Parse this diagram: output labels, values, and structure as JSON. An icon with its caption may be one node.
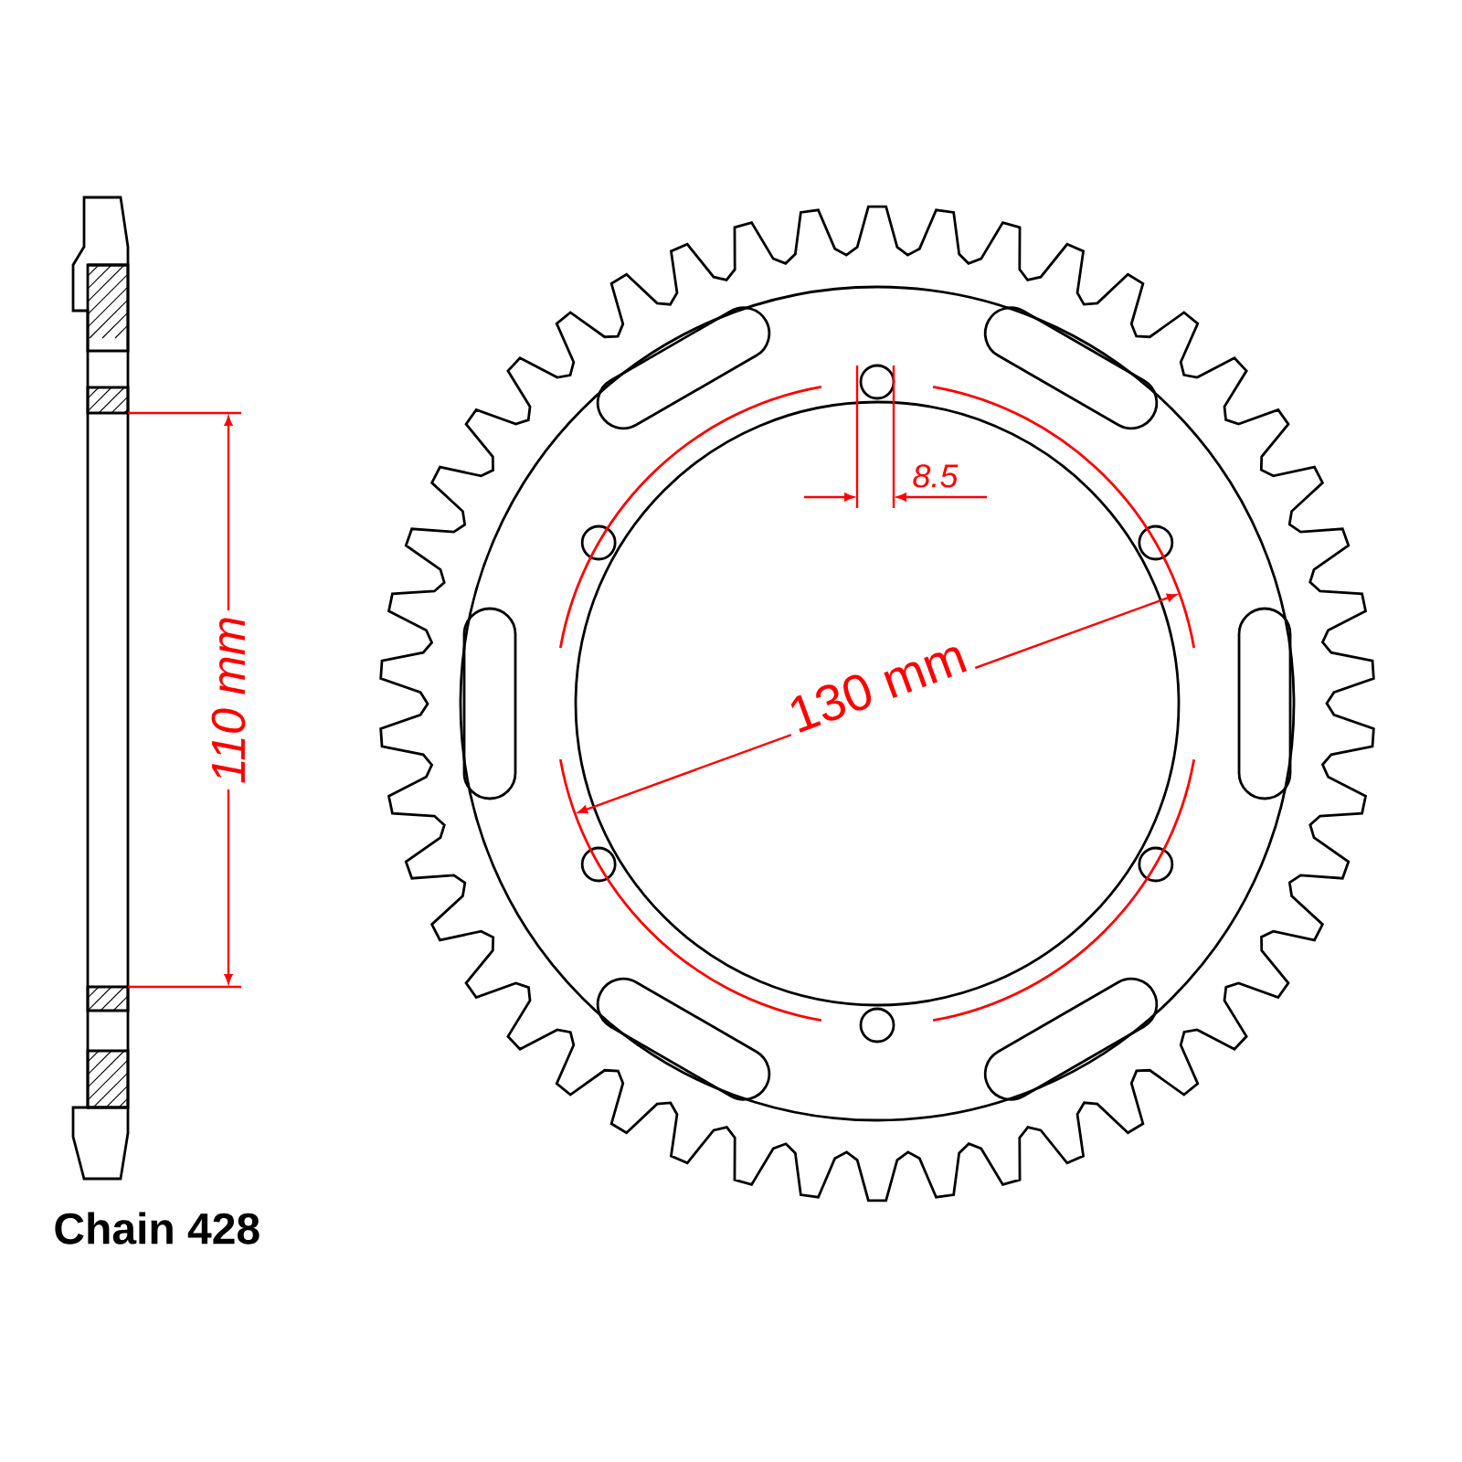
{
  "diagram": {
    "labels": [
      "110 mm",
      "8.5",
      "130 mm",
      "Chain 428"
    ]
  }
}
